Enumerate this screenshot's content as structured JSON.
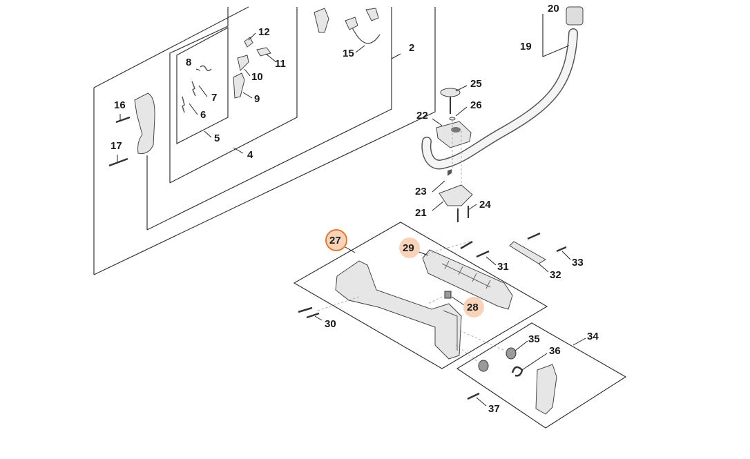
{
  "callouts": {
    "c2": "2",
    "c4": "4",
    "c5": "5",
    "c6": "6",
    "c7": "7",
    "c8": "8",
    "c9": "9",
    "c10": "10",
    "c11": "11",
    "c12": "12",
    "c15": "15",
    "c16": "16",
    "c17": "17",
    "c19": "19",
    "c20": "20",
    "c21": "21",
    "c22": "22",
    "c23": "23",
    "c24": "24",
    "c25": "25",
    "c26": "26",
    "c27": "27",
    "c28": "28",
    "c29": "29",
    "c30": "30",
    "c31": "31",
    "c32": "32",
    "c33": "33",
    "c34": "34",
    "c35": "35",
    "c36": "36",
    "c37": "37"
  },
  "colors": {
    "highlight_fill": "#f8d3b9",
    "selected_ring": "#e07a2e",
    "line": "#333333"
  }
}
